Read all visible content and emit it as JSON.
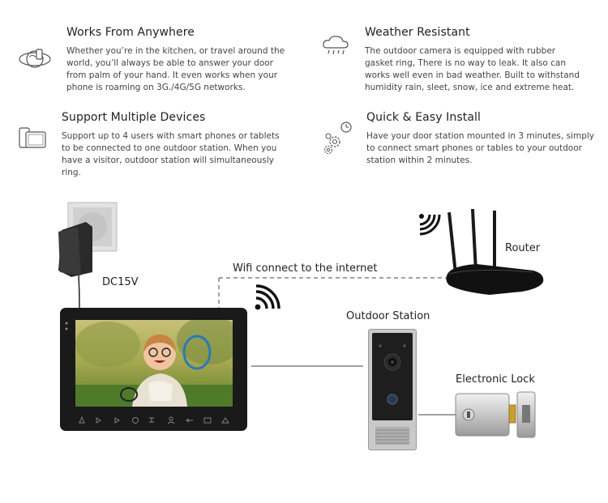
{
  "features": [
    {
      "title": "Works From Anywhere",
      "body": "Whether you’re in the kitchen, or travel around the world, you’ll always be able to answer your door from palm of your hand. It even works when your phone is roaming on 3G./4G/5G networks.",
      "icon": "globe-phone-icon"
    },
    {
      "title": "Weather Resistant",
      "body": "The outdoor camera is equipped with rubber gasket ring, There is no way to leak. It also can works well even in bad weather. Built to withstand humidity rain, sleet, snow, ice and extreme heat.",
      "icon": "rain-cloud-icon"
    },
    {
      "title": "Support Multiple Devices",
      "body": "Support up to 4 users with smart phones or tablets to be connected to one outdoor station. When you have a visitor, outdoor station will simultaneously ring.",
      "icon": "phone-tablet-icon"
    },
    {
      "title": "Quick & Easy Install",
      "body": "Have your door station mounted in 3 minutes, simply to connect smart phones or tables to your outdoor station within 2 minutes.",
      "icon": "gears-clock-icon"
    }
  ],
  "diagram": {
    "power_label": "DC15V",
    "wifi_label": "Wifi connect to the internet",
    "router_label": "Router",
    "outdoor_label": "Outdoor Station",
    "lock_label": "Electronic Lock"
  },
  "colors": {
    "monitor_body": "#1a1a1a",
    "station_silver": "#c8c8c8",
    "router_black": "#111111",
    "lock_silver": "#d5d5d5"
  }
}
